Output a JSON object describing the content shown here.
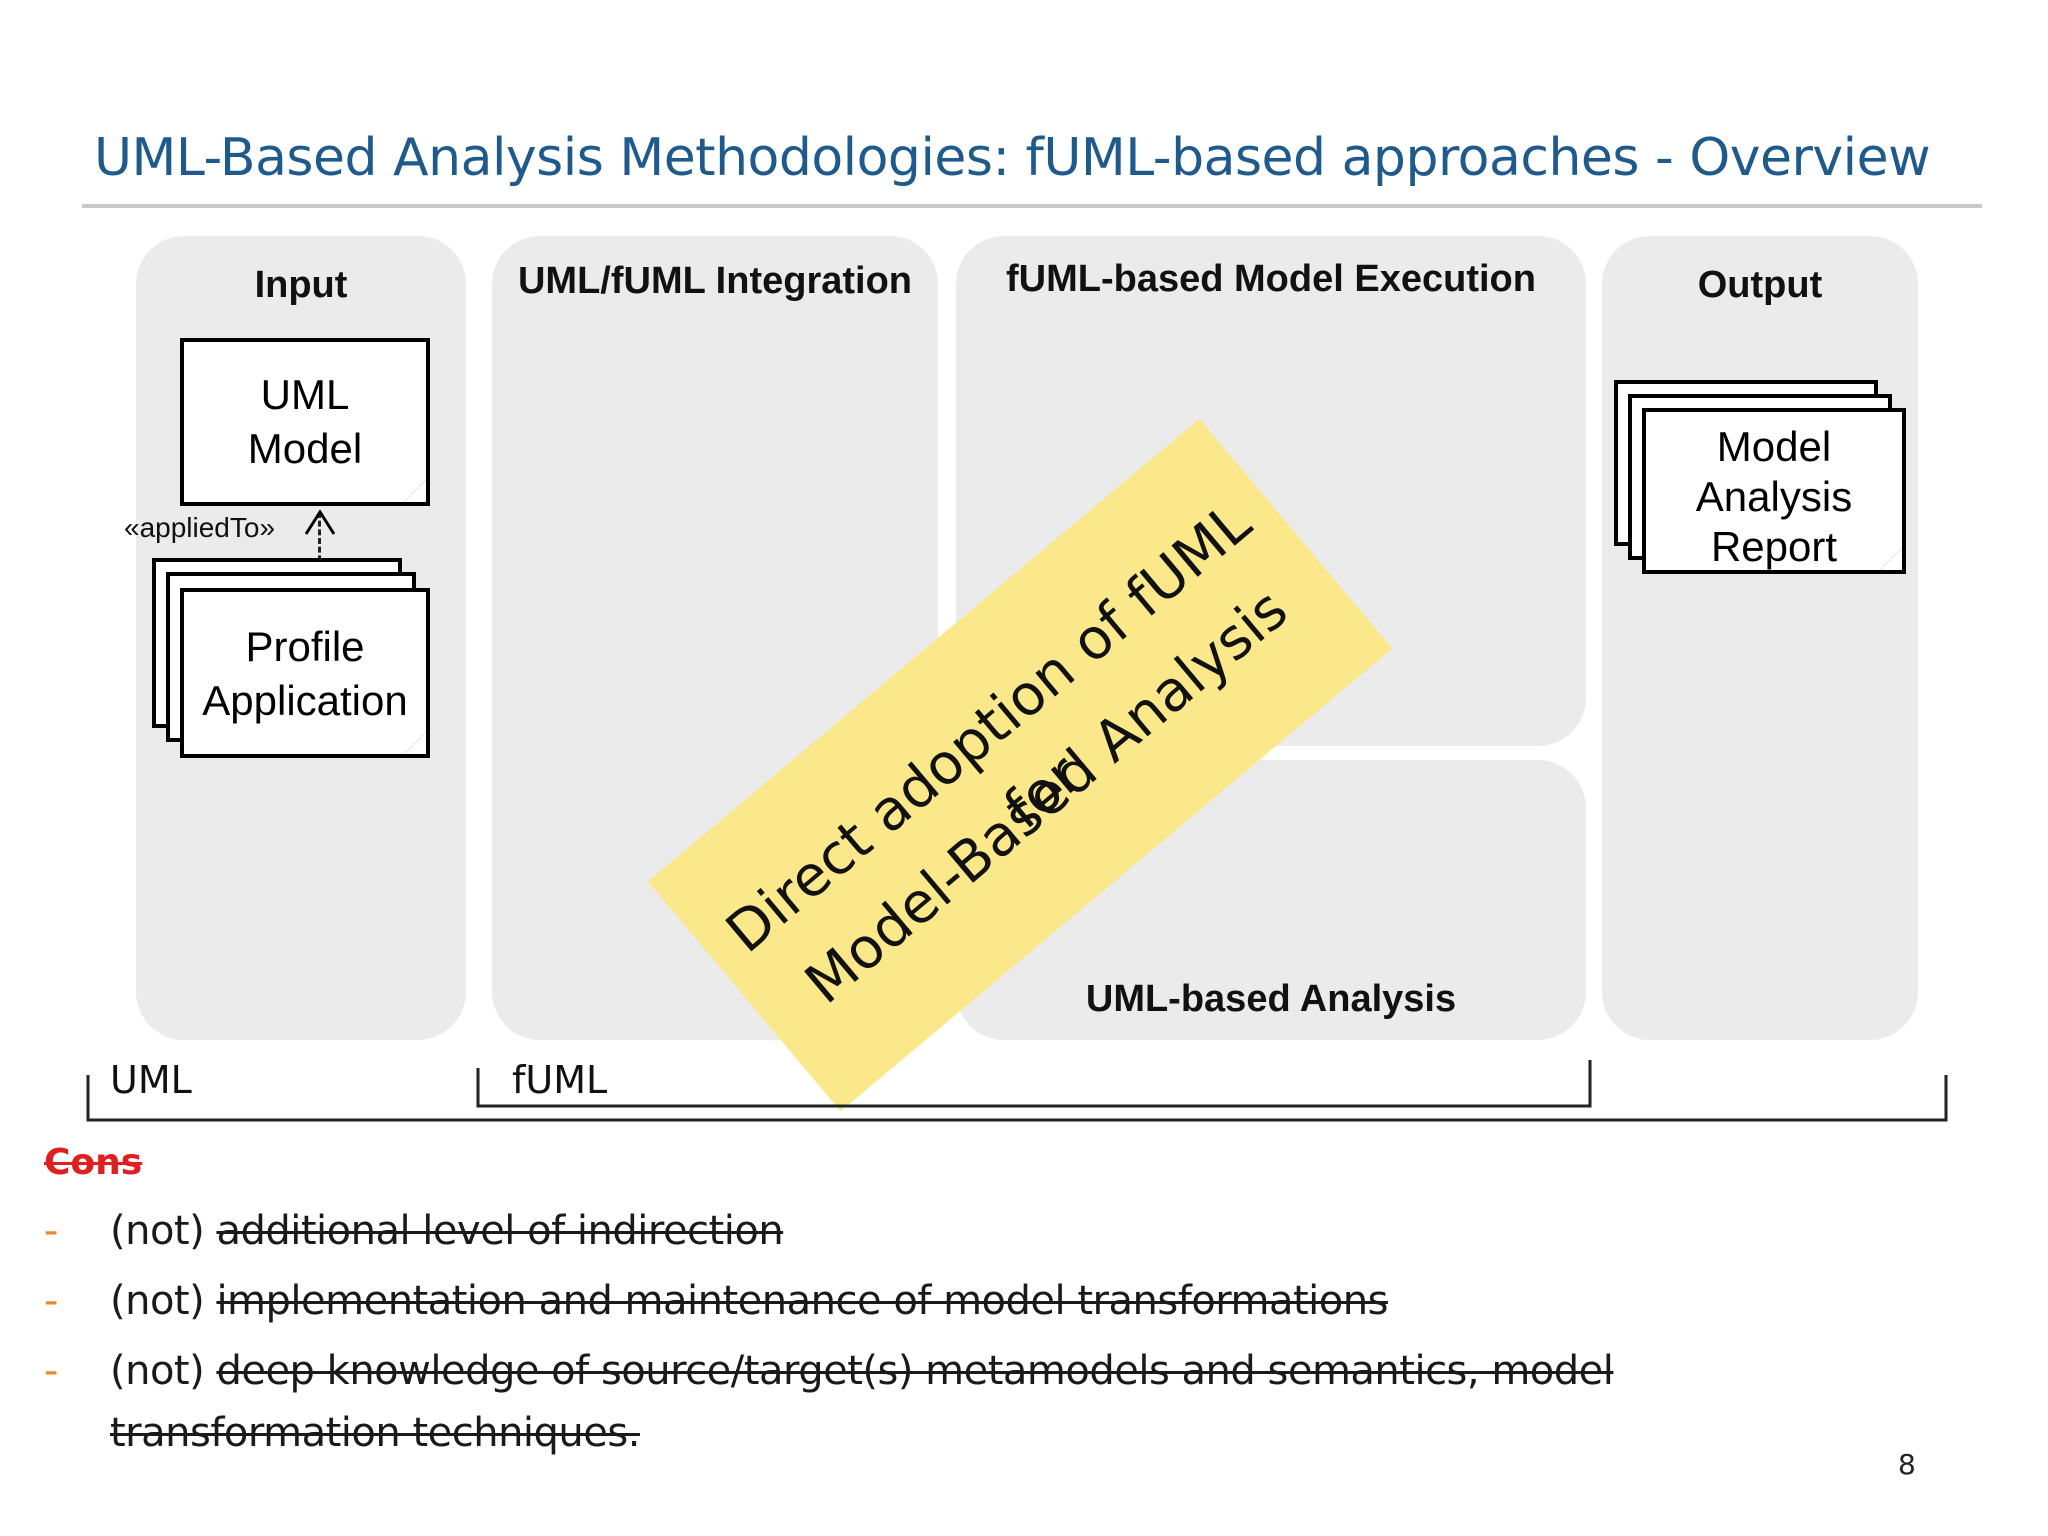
{
  "slide": {
    "title": "UML-Based Analysis Methodologies: fUML-based approaches - Overview",
    "page_number": "8"
  },
  "diagram": {
    "panels": {
      "input": "Input",
      "integration": "UML/fUML Integration",
      "execution": "fUML-based Model Execution",
      "analysis": "UML-based Analysis",
      "output": "Output"
    },
    "documents": {
      "uml_model_line1": "UML",
      "uml_model_line2": "Model",
      "profile_line1": "Profile",
      "profile_line2": "Application",
      "report_line1": "Model",
      "report_line2": "Analysis",
      "report_line3": "Report"
    },
    "relation_label": "«appliedTo»",
    "brackets": {
      "uml": "UML",
      "fuml": "fUML"
    },
    "sticky_note": {
      "line1": "Direct adoption of fUML for",
      "line2": "Model-Based Analysis",
      "color": "#fbe88a"
    }
  },
  "cons": {
    "heading": "Cons",
    "items": [
      {
        "prefix": "(not) ",
        "text": "additional level of indirection"
      },
      {
        "prefix": "(not) ",
        "text": "implementation and maintenance of model transformations"
      },
      {
        "prefix": "(not) ",
        "text": "deep knowledge of source/target(s) metamodels and semantics, model",
        "continuation": "transformation techniques."
      }
    ]
  },
  "colors": {
    "title": "#1f5a8c",
    "panel": "#ebebeb",
    "cons_heading": "#e02020",
    "bullet_dash": "#e98a2c"
  }
}
